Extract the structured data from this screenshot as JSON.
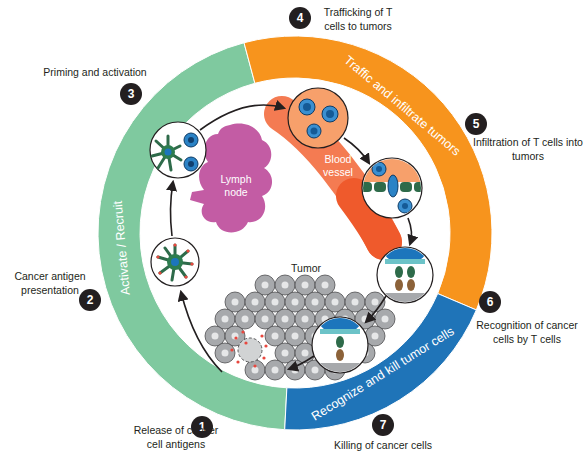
{
  "diagram": {
    "nodes": [
      {
        "text": [
          "Activate / Recruit"
        ]
      },
      {
        "text": [
          "Traffic and infiltrate tumors"
        ]
      },
      {
        "text": [
          "Recognize and kill tumor cells"
        ]
      },
      {
        "text": [
          "Lymph node"
        ]
      },
      {
        "text": [
          "Blood vessel"
        ]
      },
      {
        "text": [
          "Tumor"
        ]
      }
    ],
    "labels": [
      "4",
      "Trafficking of T cells to tumors",
      "Priming and activation",
      "3",
      "5",
      "Infiltration of T cells into tumors",
      "Cancer antigen presentation",
      "2",
      "6",
      "Recognition of cancer cells by T cells",
      "1",
      "Release of cancer cell antigens",
      "7",
      "Killing of cancer cells"
    ]
  }
}
